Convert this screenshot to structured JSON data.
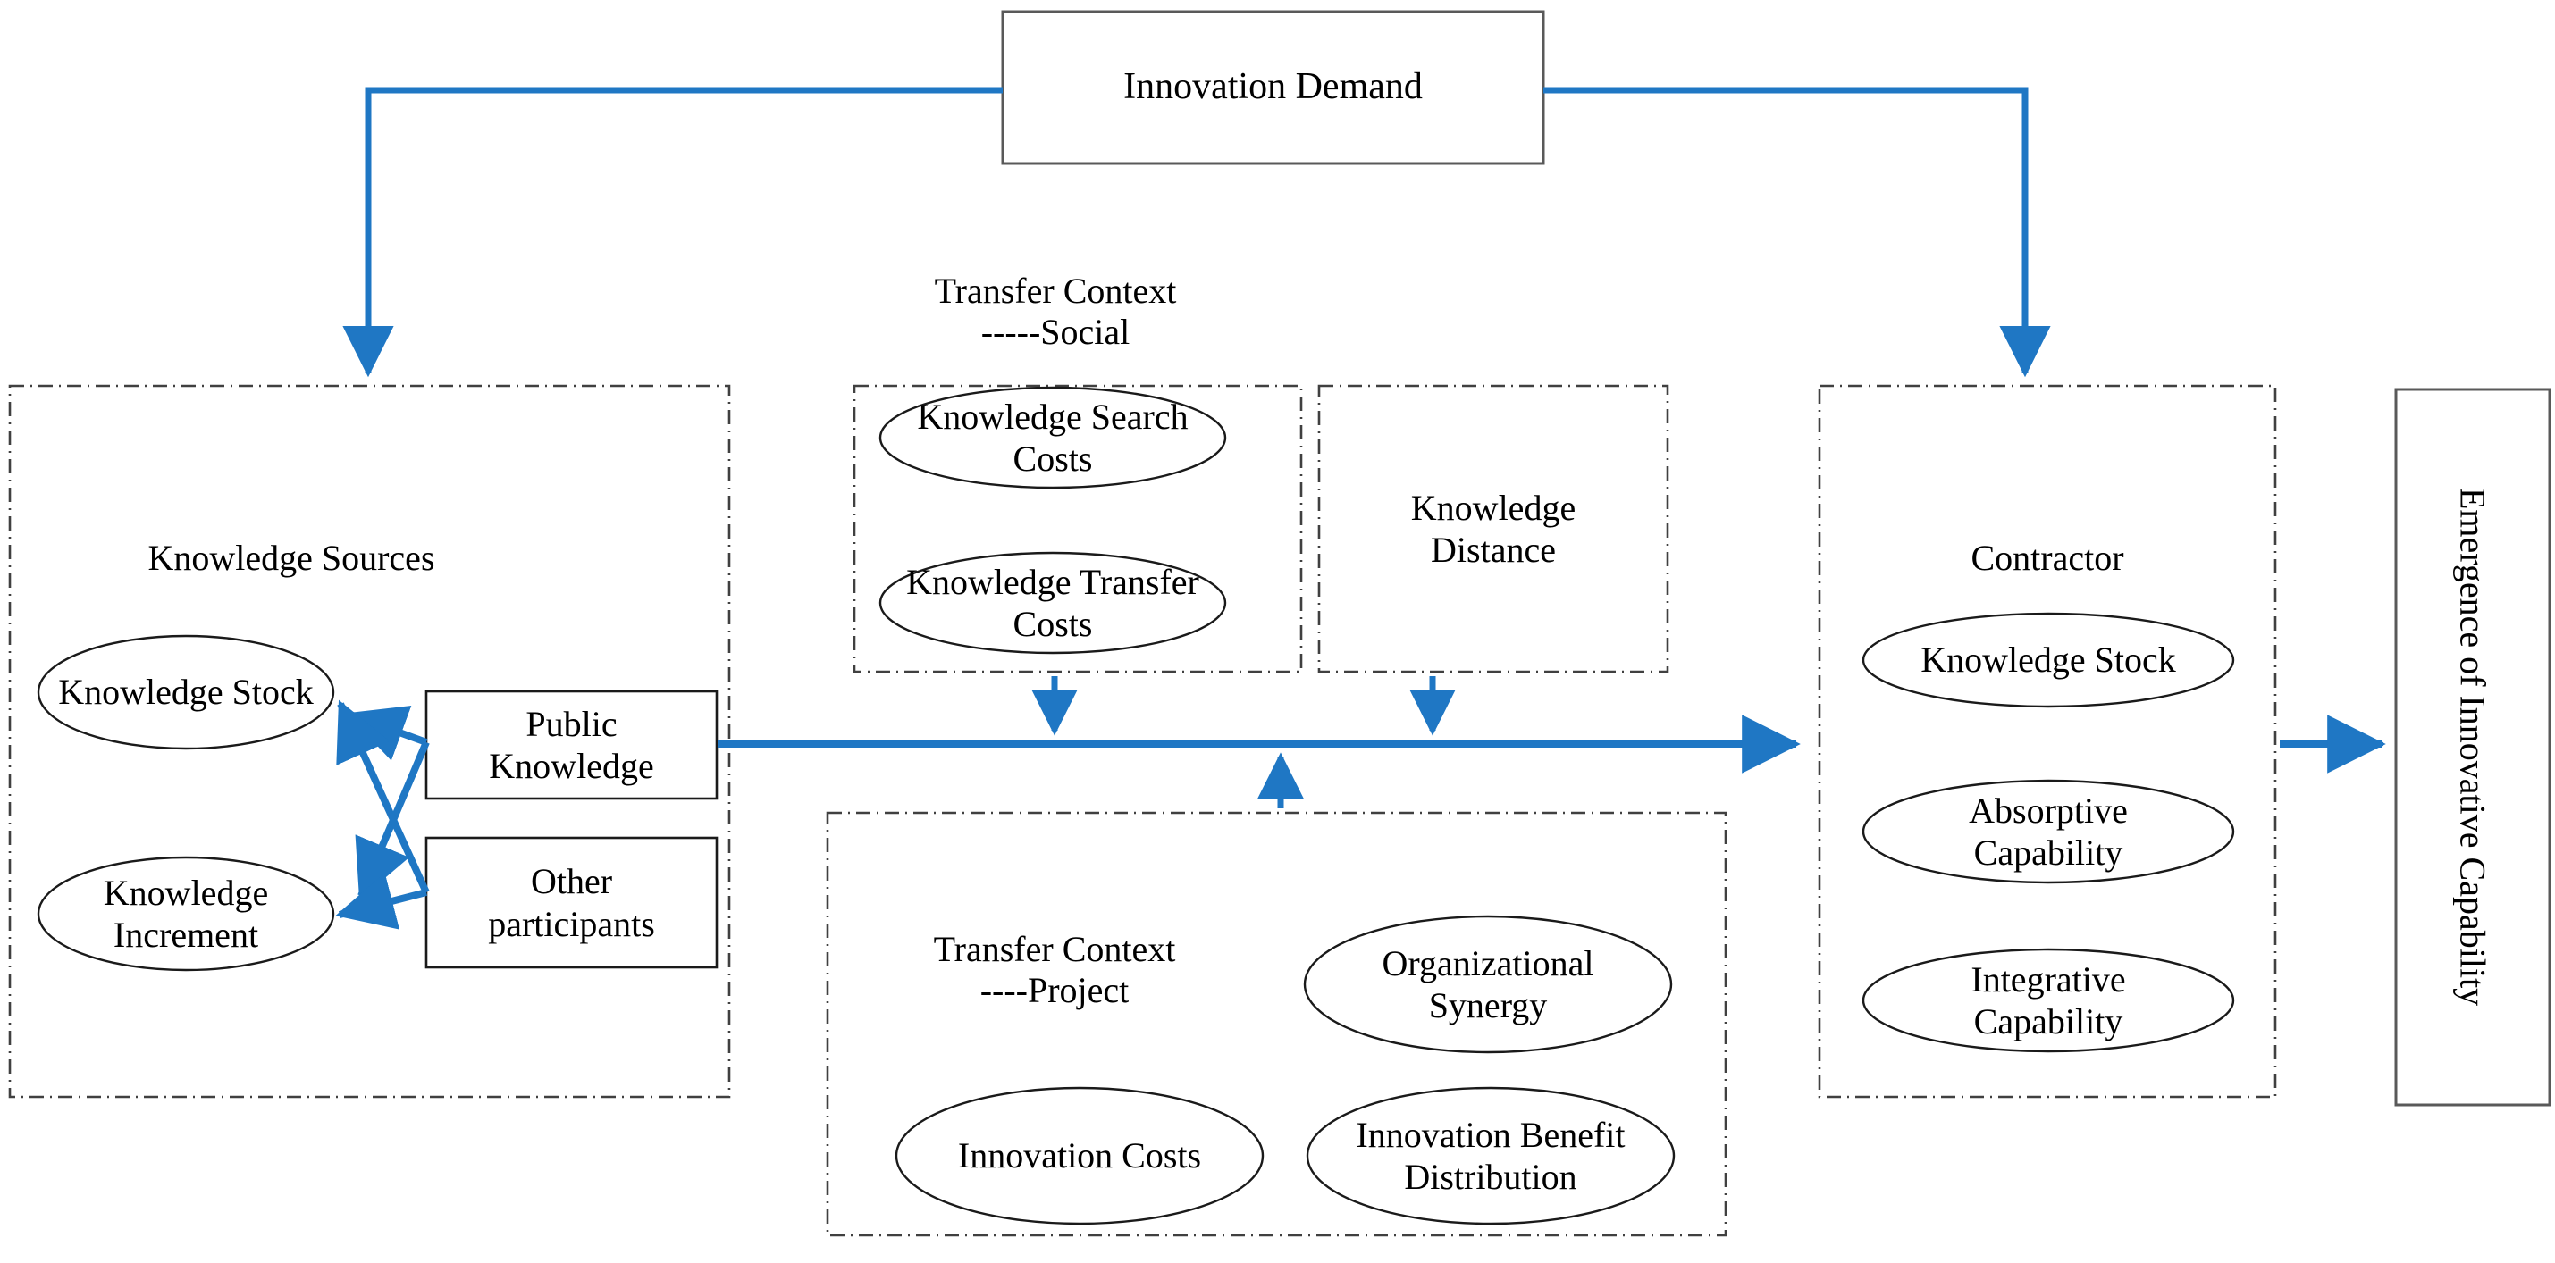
{
  "diagram": {
    "title_box": {
      "label": "Innovation Demand"
    },
    "accent_color": "#1F77C4",
    "outline_color": "#404040",
    "shape_stroke": "#1a1a1a",
    "panels": {
      "knowledge_sources": {
        "title": "Knowledge Sources",
        "ellipses": [
          {
            "label": "Knowledge Stock"
          },
          {
            "label": "Knowledge\nIncrement"
          }
        ],
        "boxes": [
          {
            "label": "Public\nKnowledge"
          },
          {
            "label": "Other\nparticipants"
          }
        ]
      },
      "transfer_context_social": {
        "title_line1": "Transfer Context",
        "title_line2": "-----Social",
        "ellipses": [
          {
            "label": "Knowledge Search\nCosts"
          },
          {
            "label": "Knowledge Transfer\nCosts"
          }
        ]
      },
      "knowledge_distance": {
        "title": "Knowledge\nDistance"
      },
      "transfer_context_project": {
        "title_line1": "Transfer Context",
        "title_line2": "----Project",
        "ellipses": [
          {
            "label": "Organizational\nSynergy"
          },
          {
            "label": "Innovation Costs"
          },
          {
            "label": "Innovation Benefit\nDistribution"
          }
        ]
      },
      "contractor": {
        "title": "Contractor",
        "ellipses": [
          {
            "label": "Knowledge Stock"
          },
          {
            "label": "Absorptive\nCapability"
          },
          {
            "label": "Integrative\nCapability"
          }
        ]
      },
      "outcome_box": {
        "label": "Emergence of Innovative Capability"
      }
    },
    "connectors": [
      {
        "name": "demand-to-knowledge-sources"
      },
      {
        "name": "demand-to-contractor"
      },
      {
        "name": "sources-to-contractor-main-flow"
      },
      {
        "name": "social-context-into-flow"
      },
      {
        "name": "knowledge-distance-into-flow"
      },
      {
        "name": "project-context-into-flow"
      },
      {
        "name": "contractor-to-outcome"
      },
      {
        "name": "public-knowledge-to-knowledge-stock"
      },
      {
        "name": "public-knowledge-to-knowledge-increment"
      },
      {
        "name": "other-participants-to-knowledge-stock"
      },
      {
        "name": "other-participants-to-knowledge-increment"
      }
    ]
  }
}
